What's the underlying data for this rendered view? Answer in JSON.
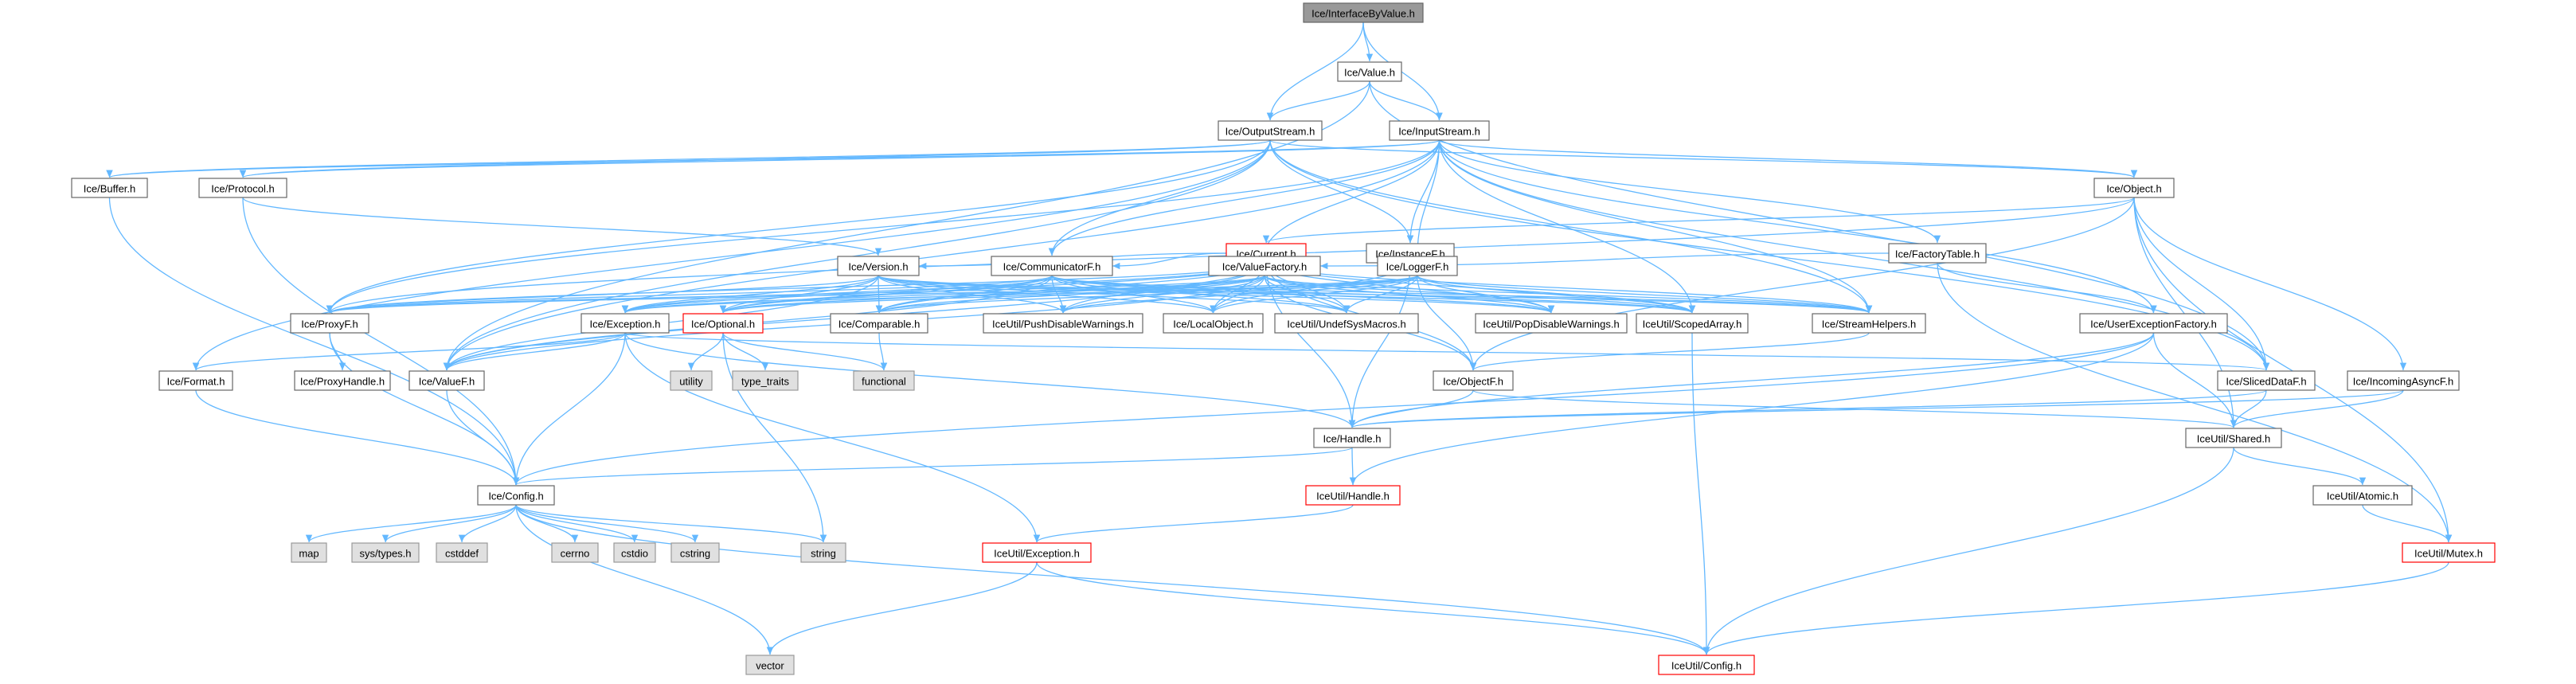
{
  "graph": {
    "title": "Ice/InterfaceByValue.h include dependency graph",
    "colors": {
      "edge": "#63b8ff",
      "node_fill": "#ffffff",
      "node_border": "#666666",
      "root_fill": "#999999",
      "root_border": "#666666",
      "truncated_border": "#ff0000",
      "system_fill": "#e0e0e0",
      "system_border": "#999999",
      "text": "#000000"
    },
    "nodes": [
      {
        "id": "n_interfacebyvalue",
        "label": "Ice/InterfaceByValue.h",
        "kind": "root"
      },
      {
        "id": "n_value",
        "label": "Ice/Value.h",
        "kind": "normal"
      },
      {
        "id": "n_outputstream",
        "label": "Ice/OutputStream.h",
        "kind": "normal"
      },
      {
        "id": "n_inputstream",
        "label": "Ice/InputStream.h",
        "kind": "normal"
      },
      {
        "id": "n_buffer",
        "label": "Ice/Buffer.h",
        "kind": "normal"
      },
      {
        "id": "n_protocol",
        "label": "Ice/Protocol.h",
        "kind": "normal"
      },
      {
        "id": "n_object",
        "label": "Ice/Object.h",
        "kind": "normal"
      },
      {
        "id": "n_current",
        "label": "Ice/Current.h",
        "kind": "truncated"
      },
      {
        "id": "n_instancef",
        "label": "Ice/InstanceF.h",
        "kind": "normal"
      },
      {
        "id": "n_factorytable",
        "label": "Ice/FactoryTable.h",
        "kind": "normal"
      },
      {
        "id": "n_version",
        "label": "Ice/Version.h",
        "kind": "normal"
      },
      {
        "id": "n_communicatorf",
        "label": "Ice/CommunicatorF.h",
        "kind": "normal"
      },
      {
        "id": "n_valuefactory",
        "label": "Ice/ValueFactory.h",
        "kind": "normal"
      },
      {
        "id": "n_loggerf",
        "label": "Ice/LoggerF.h",
        "kind": "normal"
      },
      {
        "id": "n_proxyf",
        "label": "Ice/ProxyF.h",
        "kind": "normal"
      },
      {
        "id": "n_exception",
        "label": "Ice/Exception.h",
        "kind": "normal"
      },
      {
        "id": "n_optional",
        "label": "Ice/Optional.h",
        "kind": "truncated"
      },
      {
        "id": "n_comparable",
        "label": "Ice/Comparable.h",
        "kind": "normal"
      },
      {
        "id": "n_pushdisable",
        "label": "IceUtil/PushDisableWarnings.h",
        "kind": "normal"
      },
      {
        "id": "n_localobject",
        "label": "Ice/LocalObject.h",
        "kind": "normal"
      },
      {
        "id": "n_undefsys",
        "label": "IceUtil/UndefSysMacros.h",
        "kind": "normal"
      },
      {
        "id": "n_popdisable",
        "label": "IceUtil/PopDisableWarnings.h",
        "kind": "normal"
      },
      {
        "id": "n_scopedarray",
        "label": "IceUtil/ScopedArray.h",
        "kind": "normal"
      },
      {
        "id": "n_streamhelpers",
        "label": "Ice/StreamHelpers.h",
        "kind": "normal"
      },
      {
        "id": "n_userexfactory",
        "label": "Ice/UserExceptionFactory.h",
        "kind": "normal"
      },
      {
        "id": "n_format",
        "label": "Ice/Format.h",
        "kind": "normal"
      },
      {
        "id": "n_proxyhandle",
        "label": "Ice/ProxyHandle.h",
        "kind": "normal"
      },
      {
        "id": "n_valuef",
        "label": "Ice/ValueF.h",
        "kind": "normal"
      },
      {
        "id": "n_utility",
        "label": "utility",
        "kind": "system"
      },
      {
        "id": "n_typetraits",
        "label": "type_traits",
        "kind": "system"
      },
      {
        "id": "n_functional",
        "label": "functional",
        "kind": "system"
      },
      {
        "id": "n_objectf",
        "label": "Ice/ObjectF.h",
        "kind": "normal"
      },
      {
        "id": "n_sliceddataf",
        "label": "Ice/SlicedDataF.h",
        "kind": "normal"
      },
      {
        "id": "n_incomingasyncf",
        "label": "Ice/IncomingAsyncF.h",
        "kind": "normal"
      },
      {
        "id": "n_handle",
        "label": "Ice/Handle.h",
        "kind": "normal"
      },
      {
        "id": "n_shared",
        "label": "IceUtil/Shared.h",
        "kind": "normal"
      },
      {
        "id": "n_config",
        "label": "Ice/Config.h",
        "kind": "normal"
      },
      {
        "id": "n_iuhandle",
        "label": "IceUtil/Handle.h",
        "kind": "truncated"
      },
      {
        "id": "n_atomic",
        "label": "IceUtil/Atomic.h",
        "kind": "normal"
      },
      {
        "id": "n_map",
        "label": "map",
        "kind": "system"
      },
      {
        "id": "n_systypes",
        "label": "sys/types.h",
        "kind": "system"
      },
      {
        "id": "n_cstddef",
        "label": "cstddef",
        "kind": "system"
      },
      {
        "id": "n_cerrno",
        "label": "cerrno",
        "kind": "system"
      },
      {
        "id": "n_cstdio",
        "label": "cstdio",
        "kind": "system"
      },
      {
        "id": "n_cstring",
        "label": "cstring",
        "kind": "system"
      },
      {
        "id": "n_string",
        "label": "string",
        "kind": "system"
      },
      {
        "id": "n_iuexception",
        "label": "IceUtil/Exception.h",
        "kind": "truncated"
      },
      {
        "id": "n_mutex",
        "label": "IceUtil/Mutex.h",
        "kind": "truncated"
      },
      {
        "id": "n_vector",
        "label": "vector",
        "kind": "system"
      },
      {
        "id": "n_iuconfig",
        "label": "IceUtil/Config.h",
        "kind": "truncated"
      }
    ],
    "edges": [
      [
        "n_interfacebyvalue",
        "n_value"
      ],
      [
        "n_interfacebyvalue",
        "n_outputstream"
      ],
      [
        "n_interfacebyvalue",
        "n_inputstream"
      ],
      [
        "n_value",
        "n_outputstream"
      ],
      [
        "n_value",
        "n_inputstream"
      ],
      [
        "n_value",
        "n_valuef"
      ],
      [
        "n_value",
        "n_sliceddataf"
      ],
      [
        "n_outputstream",
        "n_buffer"
      ],
      [
        "n_outputstream",
        "n_protocol"
      ],
      [
        "n_outputstream",
        "n_object"
      ],
      [
        "n_outputstream",
        "n_instancef"
      ],
      [
        "n_outputstream",
        "n_communicatorf"
      ],
      [
        "n_outputstream",
        "n_proxyf"
      ],
      [
        "n_outputstream",
        "n_valuef"
      ],
      [
        "n_outputstream",
        "n_streamhelpers"
      ],
      [
        "n_outputstream",
        "n_format"
      ],
      [
        "n_outputstream",
        "n_sliceddataf"
      ],
      [
        "n_inputstream",
        "n_buffer"
      ],
      [
        "n_inputstream",
        "n_protocol"
      ],
      [
        "n_inputstream",
        "n_object"
      ],
      [
        "n_inputstream",
        "n_instancef"
      ],
      [
        "n_inputstream",
        "n_factorytable"
      ],
      [
        "n_inputstream",
        "n_communicatorf"
      ],
      [
        "n_inputstream",
        "n_valuefactory"
      ],
      [
        "n_inputstream",
        "n_loggerf"
      ],
      [
        "n_inputstream",
        "n_proxyf"
      ],
      [
        "n_inputstream",
        "n_valuef"
      ],
      [
        "n_inputstream",
        "n_streamhelpers"
      ],
      [
        "n_inputstream",
        "n_userexfactory"
      ],
      [
        "n_inputstream",
        "n_sliceddataf"
      ],
      [
        "n_inputstream",
        "n_scopedarray"
      ],
      [
        "n_buffer",
        "n_config"
      ],
      [
        "n_protocol",
        "n_config"
      ],
      [
        "n_protocol",
        "n_version"
      ],
      [
        "n_object",
        "n_current"
      ],
      [
        "n_object",
        "n_proxyf"
      ],
      [
        "n_object",
        "n_objectf"
      ],
      [
        "n_object",
        "n_incomingasyncf"
      ],
      [
        "n_object",
        "n_sliceddataf"
      ],
      [
        "n_object",
        "n_shared"
      ],
      [
        "n_object",
        "n_mutex"
      ],
      [
        "n_current",
        "n_version"
      ],
      [
        "n_current",
        "n_communicatorf"
      ],
      [
        "n_current",
        "n_proxyf"
      ],
      [
        "n_current",
        "n_exception"
      ],
      [
        "n_current",
        "n_optional"
      ],
      [
        "n_current",
        "n_comparable"
      ],
      [
        "n_current",
        "n_pushdisable"
      ],
      [
        "n_current",
        "n_localobject"
      ],
      [
        "n_current",
        "n_undefsys"
      ],
      [
        "n_current",
        "n_popdisable"
      ],
      [
        "n_current",
        "n_scopedarray"
      ],
      [
        "n_current",
        "n_streamhelpers"
      ],
      [
        "n_current",
        "n_objectf"
      ],
      [
        "n_current",
        "n_valuef"
      ],
      [
        "n_current",
        "n_handle"
      ],
      [
        "n_instancef",
        "n_localobject"
      ],
      [
        "n_instancef",
        "n_handle"
      ],
      [
        "n_factorytable",
        "n_userexfactory"
      ],
      [
        "n_factorytable",
        "n_valuefactory"
      ],
      [
        "n_factorytable",
        "n_mutex"
      ],
      [
        "n_version",
        "n_proxyf"
      ],
      [
        "n_version",
        "n_exception"
      ],
      [
        "n_version",
        "n_optional"
      ],
      [
        "n_version",
        "n_comparable"
      ],
      [
        "n_version",
        "n_pushdisable"
      ],
      [
        "n_version",
        "n_localobject"
      ],
      [
        "n_version",
        "n_undefsys"
      ],
      [
        "n_version",
        "n_popdisable"
      ],
      [
        "n_version",
        "n_scopedarray"
      ],
      [
        "n_version",
        "n_streamhelpers"
      ],
      [
        "n_version",
        "n_valuef"
      ],
      [
        "n_communicatorf",
        "n_proxyf"
      ],
      [
        "n_communicatorf",
        "n_exception"
      ],
      [
        "n_communicatorf",
        "n_optional"
      ],
      [
        "n_communicatorf",
        "n_comparable"
      ],
      [
        "n_communicatorf",
        "n_pushdisable"
      ],
      [
        "n_communicatorf",
        "n_localobject"
      ],
      [
        "n_communicatorf",
        "n_undefsys"
      ],
      [
        "n_communicatorf",
        "n_popdisable"
      ],
      [
        "n_communicatorf",
        "n_scopedarray"
      ],
      [
        "n_communicatorf",
        "n_streamhelpers"
      ],
      [
        "n_communicatorf",
        "n_valuef"
      ],
      [
        "n_valuefactory",
        "n_proxyf"
      ],
      [
        "n_valuefactory",
        "n_exception"
      ],
      [
        "n_valuefactory",
        "n_optional"
      ],
      [
        "n_valuefactory",
        "n_comparable"
      ],
      [
        "n_valuefactory",
        "n_pushdisable"
      ],
      [
        "n_valuefactory",
        "n_localobject"
      ],
      [
        "n_valuefactory",
        "n_undefsys"
      ],
      [
        "n_valuefactory",
        "n_popdisable"
      ],
      [
        "n_valuefactory",
        "n_scopedarray"
      ],
      [
        "n_valuefactory",
        "n_streamhelpers"
      ],
      [
        "n_valuefactory",
        "n_objectf"
      ],
      [
        "n_valuefactory",
        "n_valuef"
      ],
      [
        "n_loggerf",
        "n_proxyf"
      ],
      [
        "n_loggerf",
        "n_exception"
      ],
      [
        "n_loggerf",
        "n_optional"
      ],
      [
        "n_loggerf",
        "n_comparable"
      ],
      [
        "n_loggerf",
        "n_pushdisable"
      ],
      [
        "n_loggerf",
        "n_localobject"
      ],
      [
        "n_loggerf",
        "n_undefsys"
      ],
      [
        "n_loggerf",
        "n_popdisable"
      ],
      [
        "n_loggerf",
        "n_scopedarray"
      ],
      [
        "n_loggerf",
        "n_streamhelpers"
      ],
      [
        "n_loggerf",
        "n_objectf"
      ],
      [
        "n_proxyf",
        "n_config"
      ],
      [
        "n_proxyf",
        "n_proxyhandle"
      ],
      [
        "n_exception",
        "n_format"
      ],
      [
        "n_exception",
        "n_config"
      ],
      [
        "n_exception",
        "n_valuef"
      ],
      [
        "n_exception",
        "n_handle"
      ],
      [
        "n_exception",
        "n_iuexception"
      ],
      [
        "n_exception",
        "n_sliceddataf"
      ],
      [
        "n_optional",
        "n_utility"
      ],
      [
        "n_optional",
        "n_typetraits"
      ],
      [
        "n_optional",
        "n_functional"
      ],
      [
        "n_optional",
        "n_string"
      ],
      [
        "n_comparable",
        "n_functional"
      ],
      [
        "n_scopedarray",
        "n_iuconfig"
      ],
      [
        "n_streamhelpers",
        "n_objectf"
      ],
      [
        "n_userexfactory",
        "n_shared"
      ],
      [
        "n_userexfactory",
        "n_handle"
      ],
      [
        "n_userexfactory",
        "n_iuhandle"
      ],
      [
        "n_userexfactory",
        "n_config"
      ],
      [
        "n_format",
        "n_config"
      ],
      [
        "n_valuef",
        "n_config"
      ],
      [
        "n_objectf",
        "n_handle"
      ],
      [
        "n_objectf",
        "n_shared"
      ],
      [
        "n_sliceddataf",
        "n_handle"
      ],
      [
        "n_sliceddataf",
        "n_shared"
      ],
      [
        "n_incomingasyncf",
        "n_shared"
      ],
      [
        "n_incomingasyncf",
        "n_handle"
      ],
      [
        "n_handle",
        "n_config"
      ],
      [
        "n_handle",
        "n_iuhandle"
      ],
      [
        "n_shared",
        "n_iuconfig"
      ],
      [
        "n_shared",
        "n_atomic"
      ],
      [
        "n_config",
        "n_map"
      ],
      [
        "n_config",
        "n_systypes"
      ],
      [
        "n_config",
        "n_cstddef"
      ],
      [
        "n_config",
        "n_cerrno"
      ],
      [
        "n_config",
        "n_cstdio"
      ],
      [
        "n_config",
        "n_cstring"
      ],
      [
        "n_config",
        "n_string"
      ],
      [
        "n_config",
        "n_vector"
      ],
      [
        "n_config",
        "n_iuconfig"
      ],
      [
        "n_iuhandle",
        "n_iuexception"
      ],
      [
        "n_atomic",
        "n_mutex"
      ],
      [
        "n_iuexception",
        "n_vector"
      ],
      [
        "n_iuexception",
        "n_iuconfig"
      ],
      [
        "n_mutex",
        "n_iuconfig"
      ]
    ]
  }
}
